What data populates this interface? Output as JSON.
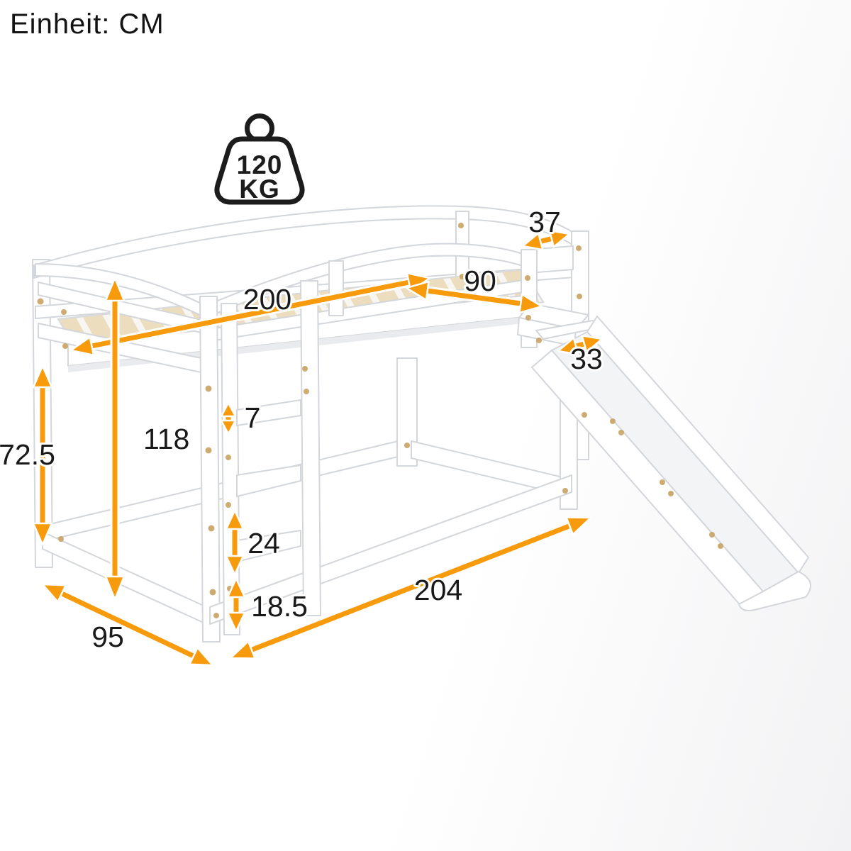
{
  "unit_note": "Einheit: CM",
  "weight_badge": {
    "value": "120",
    "unit": "KG"
  },
  "dimensions_cm": {
    "bed_length": "200",
    "bed_width": "90",
    "headboard_width": "37",
    "slide_width": "33",
    "total_height": "118",
    "bunk_clearance": "72.5",
    "step_thickness": "7",
    "step_spacing": "24",
    "base_height": "18.5",
    "total_length": "204",
    "total_depth": "95"
  },
  "colors": {
    "dimension_accent": "#F79A0B",
    "label_text": "#191919",
    "frame_white": "#FFFFFF",
    "frame_edge": "#D3D6DA",
    "slat_wood": "#EBDDBD",
    "screw_dot": "#C9A262"
  },
  "icons": {
    "weight_icon": "kettlebell-weight-limit"
  }
}
